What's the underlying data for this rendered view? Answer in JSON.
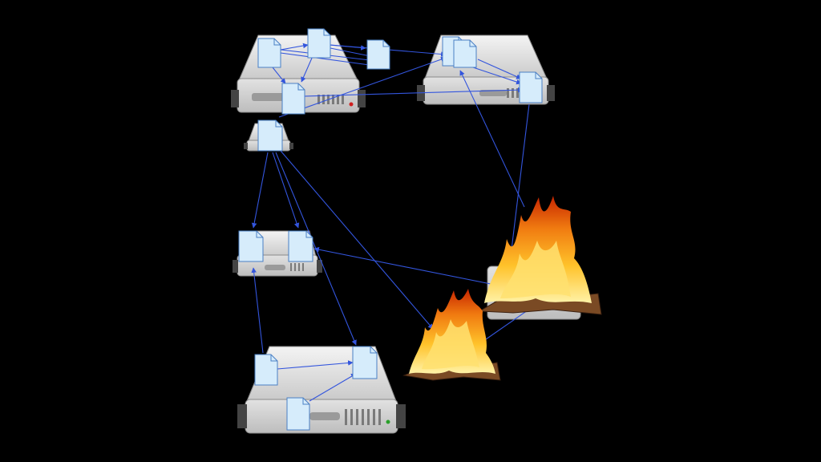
{
  "diagram": {
    "background": "#000000",
    "arrow_color": "#3355dd",
    "doc_fill": "#d6ecfb",
    "doc_stroke": "#4a7fc4",
    "server_body": "#d9d9d9",
    "server_front": "#cfcfcf",
    "flame_colors": [
      "#c62400",
      "#f07a10",
      "#ffc52a",
      "#fff2a0"
    ],
    "book_color": "#7a4a24",
    "servers": [
      {
        "id": "server-top-left",
        "icon": "server-icon",
        "state": "ok"
      },
      {
        "id": "server-top-right",
        "icon": "server-icon",
        "state": "ok"
      },
      {
        "id": "server-small",
        "icon": "server-icon",
        "state": "ok"
      },
      {
        "id": "server-middle",
        "icon": "server-icon",
        "state": "ok"
      },
      {
        "id": "server-bottom",
        "icon": "server-icon",
        "state": "ok"
      },
      {
        "id": "server-burning-right",
        "icon": "burning-server-icon",
        "state": "burning"
      }
    ],
    "fires": [
      {
        "id": "fire-large",
        "icon": "burning-book-icon"
      },
      {
        "id": "fire-small",
        "icon": "burning-book-icon"
      }
    ],
    "document_icon": "document-icon"
  }
}
